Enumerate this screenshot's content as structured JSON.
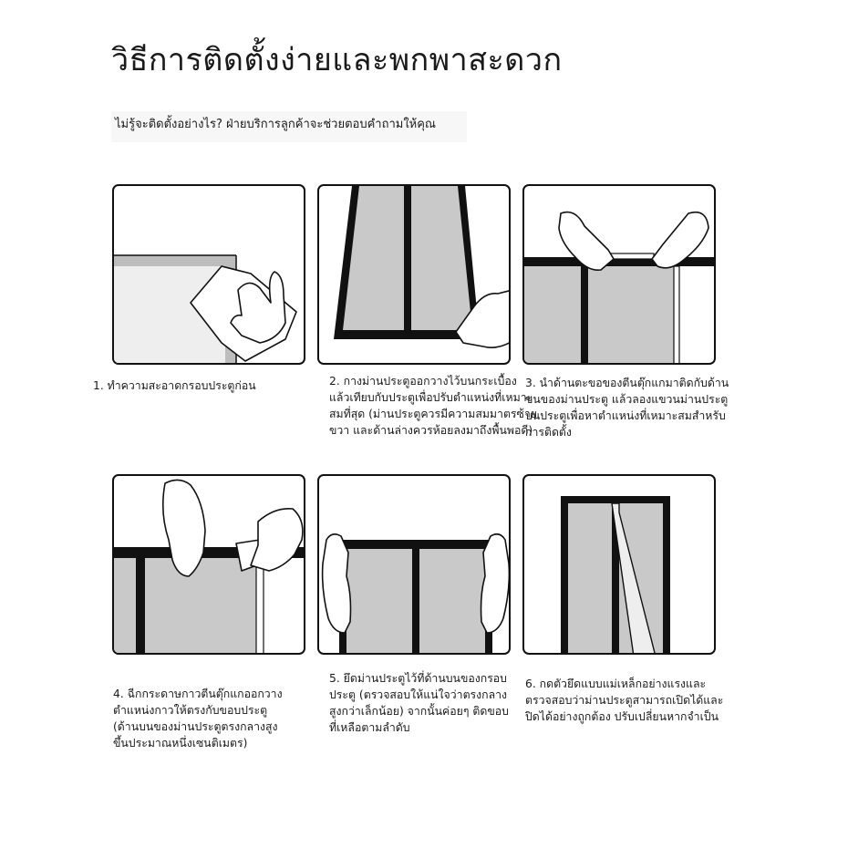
{
  "header": {
    "title": "วิธีการติดตั้งง่ายและพกพาสะดวก",
    "subtitle": "ไม่รู้จะติดตั้งอย่างไร? ฝ่ายบริการลูกค้าจะช่วยตอบคำถามให้คุณ"
  },
  "steps": [
    {
      "caption": "1. ทำความสะอาดกรอบประตูก่อน",
      "icon": "cleaning-cloth-hand"
    },
    {
      "caption": "2. กางม่านประตูออกวางไว้บนกระเบื้องแล้วเทียบกับประตูเพื่อปรับตำแหน่งที่เหมาะสมที่สุด (ม่านประตูควรมีความสมมาตรซ้ายขวา และด้านล่างควรห้อยลงมาถึงพื้นพอดี)",
      "icon": "curtain-on-floor"
    },
    {
      "caption": "3. นำด้านตะขอของตีนตุ๊กแกมาติดกับด้านขนของม่านประตู แล้วลองแขวนม่านประตูบนประตูเพื่อหาตำแหน่งที่เหมาะสมสำหรับการติดตั้ง",
      "icon": "velcro-tape-hands"
    },
    {
      "caption": "4. ฉีกกระดาษกาวตีนตุ๊กแกออกวางตำแหน่งกาวให้ตรงกับขอบประตู (ด้านบนของม่านประตูตรงกลางสูงขึ้นประมาณหนึ่งเซนติเมตร)",
      "icon": "peel-backing-hands"
    },
    {
      "caption": "5. ยึดม่านประตูไว้ที่ด้านบนของกรอบประตู (ตรวจสอบให้แน่ใจว่าตรงกลางสูงกว่าเล็กน้อย) จากนั้นค่อยๆ ติดขอบที่เหลือตามลำดับ",
      "icon": "press-top-hands"
    },
    {
      "caption": "6. กดตัวยึดแบบแม่เหล็กอย่างแรงและตรวจสอบว่าม่านประตูสามารถเปิดได้และปิดได้อย่างถูกต้อง ปรับเปลี่ยนหากจำเป็น",
      "icon": "finished-magnetic-curtain"
    }
  ]
}
